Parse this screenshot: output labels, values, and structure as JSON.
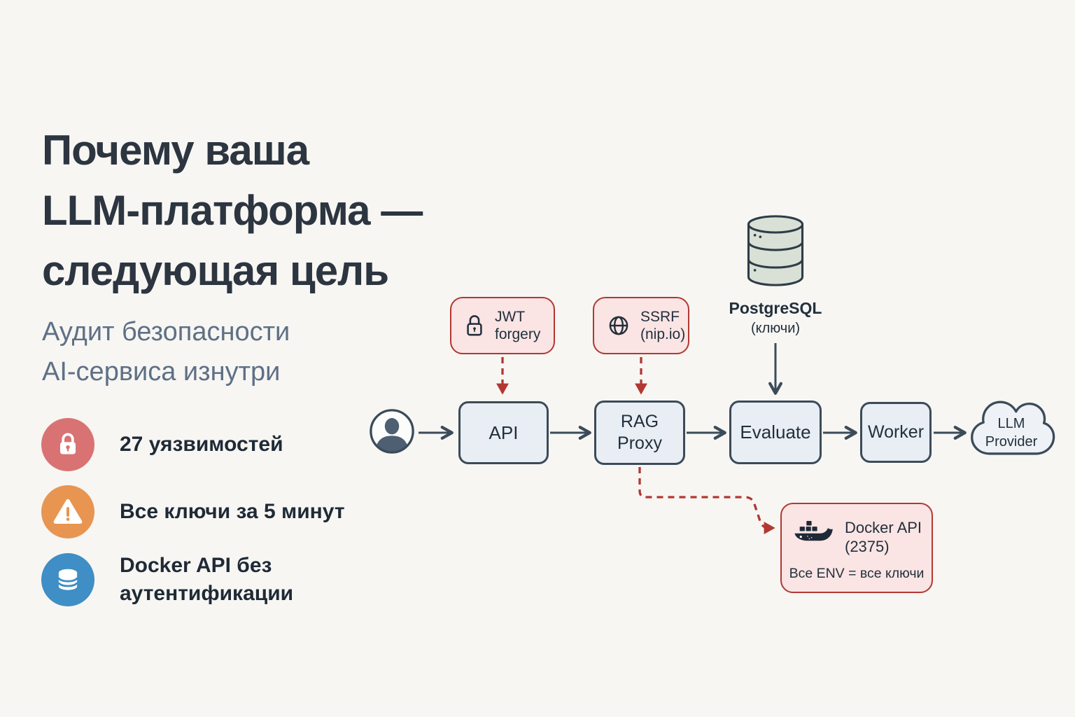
{
  "header": {
    "title_line1": "Почему ваша",
    "title_line2": "LLM-платформа —",
    "title_line3": "следующая цель",
    "subtitle_line1": "Аудит безопасности",
    "subtitle_line2": "AI-сервиса изнутри"
  },
  "bullets": {
    "vulns": {
      "icon": "lock-icon",
      "color": "#d97373",
      "text": "27 уязвимостей"
    },
    "keys": {
      "icon": "warning-icon",
      "color": "#e79550",
      "text": "Все ключи за 5 минут"
    },
    "docker": {
      "icon": "database-icon",
      "color": "#3f8ec5",
      "line1": "Docker API без",
      "line2": "аутентификации"
    }
  },
  "diagram": {
    "threat_jwt": {
      "icon": "lock-outline-icon",
      "line1": "JWT",
      "line2": "forgery"
    },
    "threat_ssrf": {
      "icon": "globe-icon",
      "line1": "SSRF",
      "line2": "(nip.io)"
    },
    "postgres": {
      "icon": "database-cylinder-icon",
      "name": "PostgreSQL",
      "note": "(ключи)"
    },
    "node_user": "user",
    "node_api": "API",
    "node_rag_line1": "RAG",
    "node_rag_line2": "Proxy",
    "node_evaluate": "Evaluate",
    "node_worker": "Worker",
    "cloud_line1": "LLM",
    "cloud_line2": "Provider",
    "docker_box": {
      "icon": "docker-whale-icon",
      "line1": "Docker API",
      "line2": "(2375)",
      "note": "Все ENV = все ключи"
    }
  },
  "colors": {
    "background": "#f7f6f3",
    "title_text": "#2c3540",
    "subtitle_text": "#5e7085",
    "body_text": "#1f2a36",
    "bullet_red": "#d97373",
    "bullet_orange": "#e79550",
    "bullet_blue": "#3f8ec5",
    "threat_fill": "#fae4e4",
    "threat_border": "#b23832",
    "attack_arrow": "#b23832",
    "node_fill": "#e9eef4",
    "node_border": "#3b4b59",
    "flow_arrow": "#3b4b59",
    "database_fill": "#d9e0d5",
    "docker_whale": "#1f2937"
  }
}
